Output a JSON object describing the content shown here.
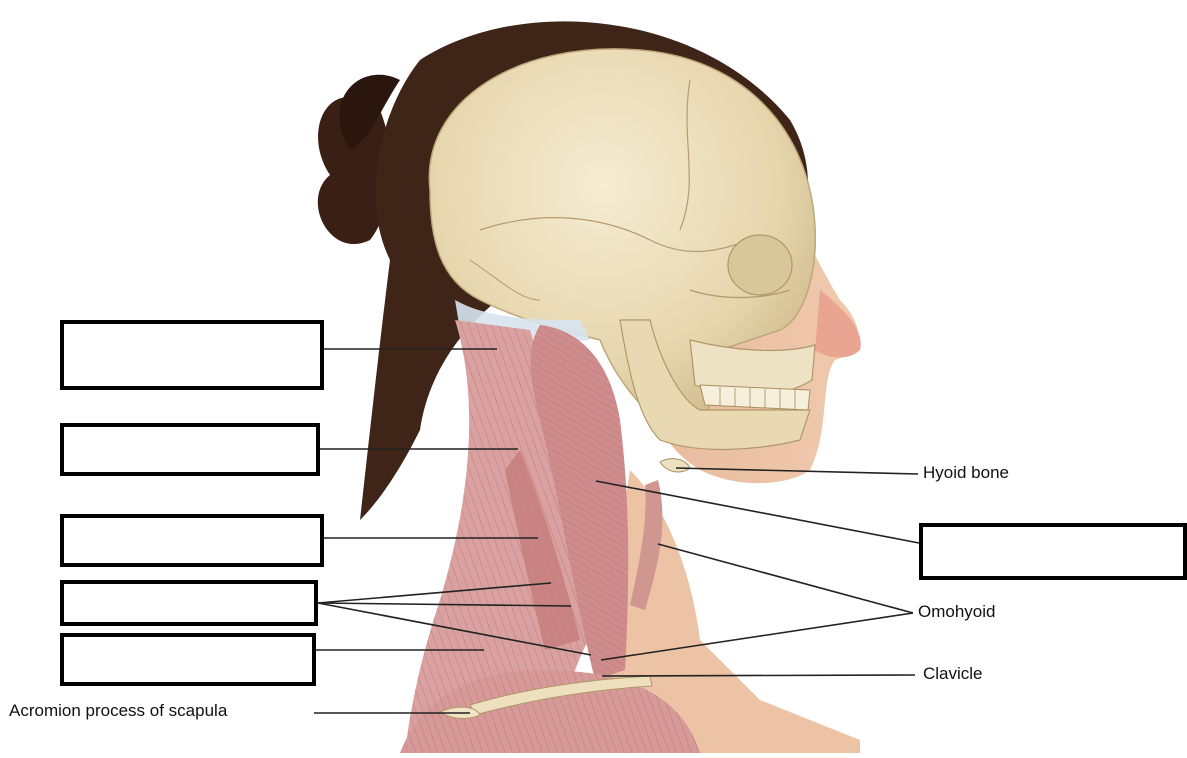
{
  "diagram": {
    "labels": {
      "hyoid_bone": "Hyoid bone",
      "omohyoid": "Omohyoid",
      "clavicle": "Clavicle",
      "acromion": "Acromion process of scapula"
    },
    "blank_label_boxes": [
      "",
      "",
      "",
      "",
      "",
      ""
    ]
  }
}
